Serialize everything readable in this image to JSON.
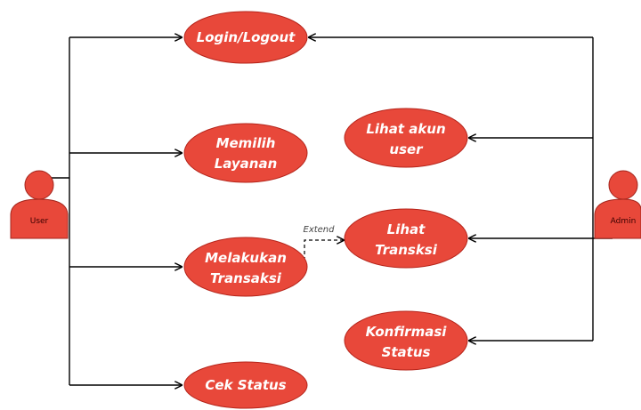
{
  "colors": {
    "usecase_fill": "#e8483a",
    "usecase_stroke": "#b5241a",
    "actor_fill": "#e8483a",
    "actor_stroke": "#a3251c",
    "line": "#000000",
    "text": "#ffffff"
  },
  "actors": {
    "user": {
      "label": "User"
    },
    "admin": {
      "label": "Admin"
    }
  },
  "use_cases": {
    "login_logout": {
      "line1": "Login/Logout"
    },
    "memilih_layanan": {
      "line1": "Memilih",
      "line2": "Layanan"
    },
    "melakukan_transaksi": {
      "line1": "Melakukan",
      "line2": "Transaksi"
    },
    "cek_status": {
      "line1": "Cek Status"
    },
    "lihat_akun_user": {
      "line1": "Lihat akun",
      "line2": "user"
    },
    "lihat_transksi": {
      "line1": "Lihat",
      "line2": "Transksi"
    },
    "konfirmasi_status": {
      "line1": "Konfirmasi",
      "line2": "Status"
    }
  },
  "relations": {
    "extend_label": "Extend"
  }
}
